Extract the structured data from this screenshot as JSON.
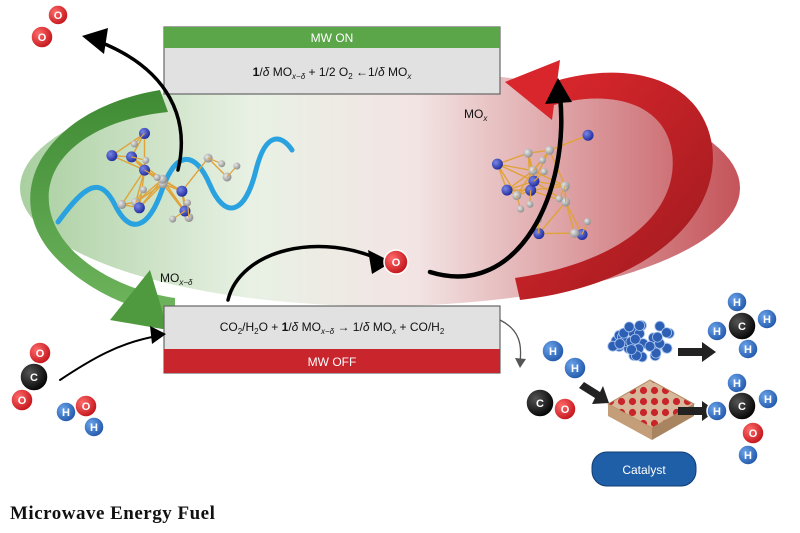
{
  "title": "Microwave Energy Fuel",
  "on_box": {
    "band": "MW ON",
    "equation": "1/δ MO_{x−δ} + 1/2 O₂ ←1/δ MO_x"
  },
  "off_box": {
    "band": "MW OFF",
    "equation": "CO₂/H₂O + 1/δ MO_{x−δ} → 1/δ MO_x + CO/H₂"
  },
  "labels": {
    "mox": "MO",
    "mox_sub": "x",
    "moxd": "MO",
    "moxd_sub": "x−δ"
  },
  "catalyst_button": "Catalyst",
  "atoms": {
    "oxygen": "O",
    "carbon": "C",
    "hydrogen": "H"
  },
  "colors": {
    "mw_on": "#5aa648",
    "mw_off": "#c8252c",
    "eq_bg": "#e1e1e1",
    "oxygen": "#d41f26",
    "carbon": "#111111",
    "hydrogen": "#2f6fc0",
    "catalyst": "#1f5fa8",
    "wave": "#2aa2e0"
  }
}
